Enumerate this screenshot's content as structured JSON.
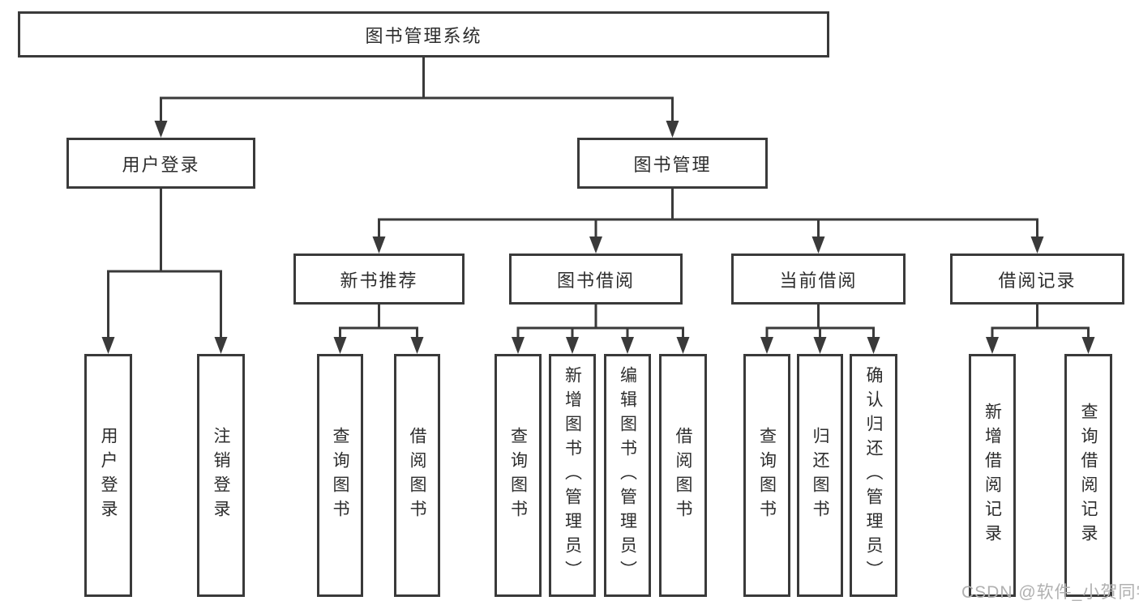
{
  "colors": {
    "line": "#3a3a3a",
    "text": "#2d2d2d",
    "background": "#ffffff",
    "watermark": "#b0b0b0"
  },
  "watermark": {
    "text": "CSDN @软件_小贺同学"
  },
  "tree": {
    "root": {
      "label": "图书管理系统",
      "children": [
        {
          "label": "用户登录",
          "children": [
            {
              "label": "用户登录"
            },
            {
              "label": "注销登录"
            }
          ]
        },
        {
          "label": "图书管理",
          "children": [
            {
              "label": "新书推荐",
              "children": [
                {
                  "label": "查询图书"
                },
                {
                  "label": "借阅图书"
                }
              ]
            },
            {
              "label": "图书借阅",
              "children": [
                {
                  "label": "查询图书"
                },
                {
                  "label": "新增图书（管理员）"
                },
                {
                  "label": "编辑图书（管理员）"
                },
                {
                  "label": "借阅图书"
                }
              ]
            },
            {
              "label": "当前借阅",
              "children": [
                {
                  "label": "查询图书"
                },
                {
                  "label": "归还图书"
                },
                {
                  "label": "确认归还（管理员）"
                }
              ]
            },
            {
              "label": "借阅记录",
              "children": [
                {
                  "label": "新增借阅记录"
                },
                {
                  "label": "查询借阅记录"
                }
              ]
            }
          ]
        }
      ]
    }
  }
}
